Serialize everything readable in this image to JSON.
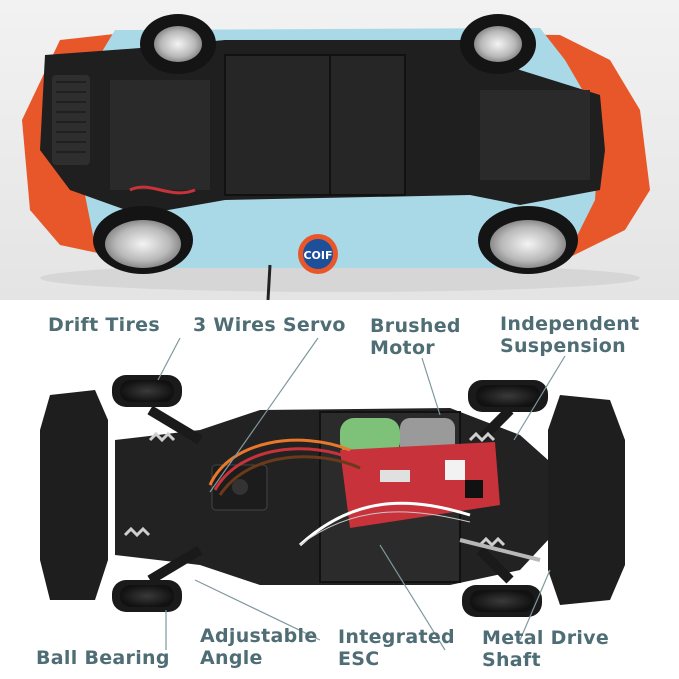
{
  "hero": {
    "logo_text": "COIF",
    "colors": {
      "body_blue": "#a9d9e6",
      "body_orange": "#e8572a",
      "chassis_black": "#1d1d1d",
      "label_text": "#4f6d74",
      "pcb_red": "#c8323a"
    }
  },
  "callouts": [
    {
      "id": "drift-tires",
      "line1": "Drift Tires",
      "line2": ""
    },
    {
      "id": "servo",
      "line1": "3 Wires Servo",
      "line2": ""
    },
    {
      "id": "motor",
      "line1": "Brushed",
      "line2": "Motor"
    },
    {
      "id": "suspension",
      "line1": "Independent",
      "line2": "Suspension"
    },
    {
      "id": "ball-bearing",
      "line1": "Ball Bearing",
      "line2": ""
    },
    {
      "id": "angle",
      "line1": "Adjustable",
      "line2": "Angle"
    },
    {
      "id": "esc",
      "line1": "Integrated",
      "line2": "ESC"
    },
    {
      "id": "drive-shaft",
      "line1": "Metal Drive",
      "line2": "Shaft"
    }
  ]
}
